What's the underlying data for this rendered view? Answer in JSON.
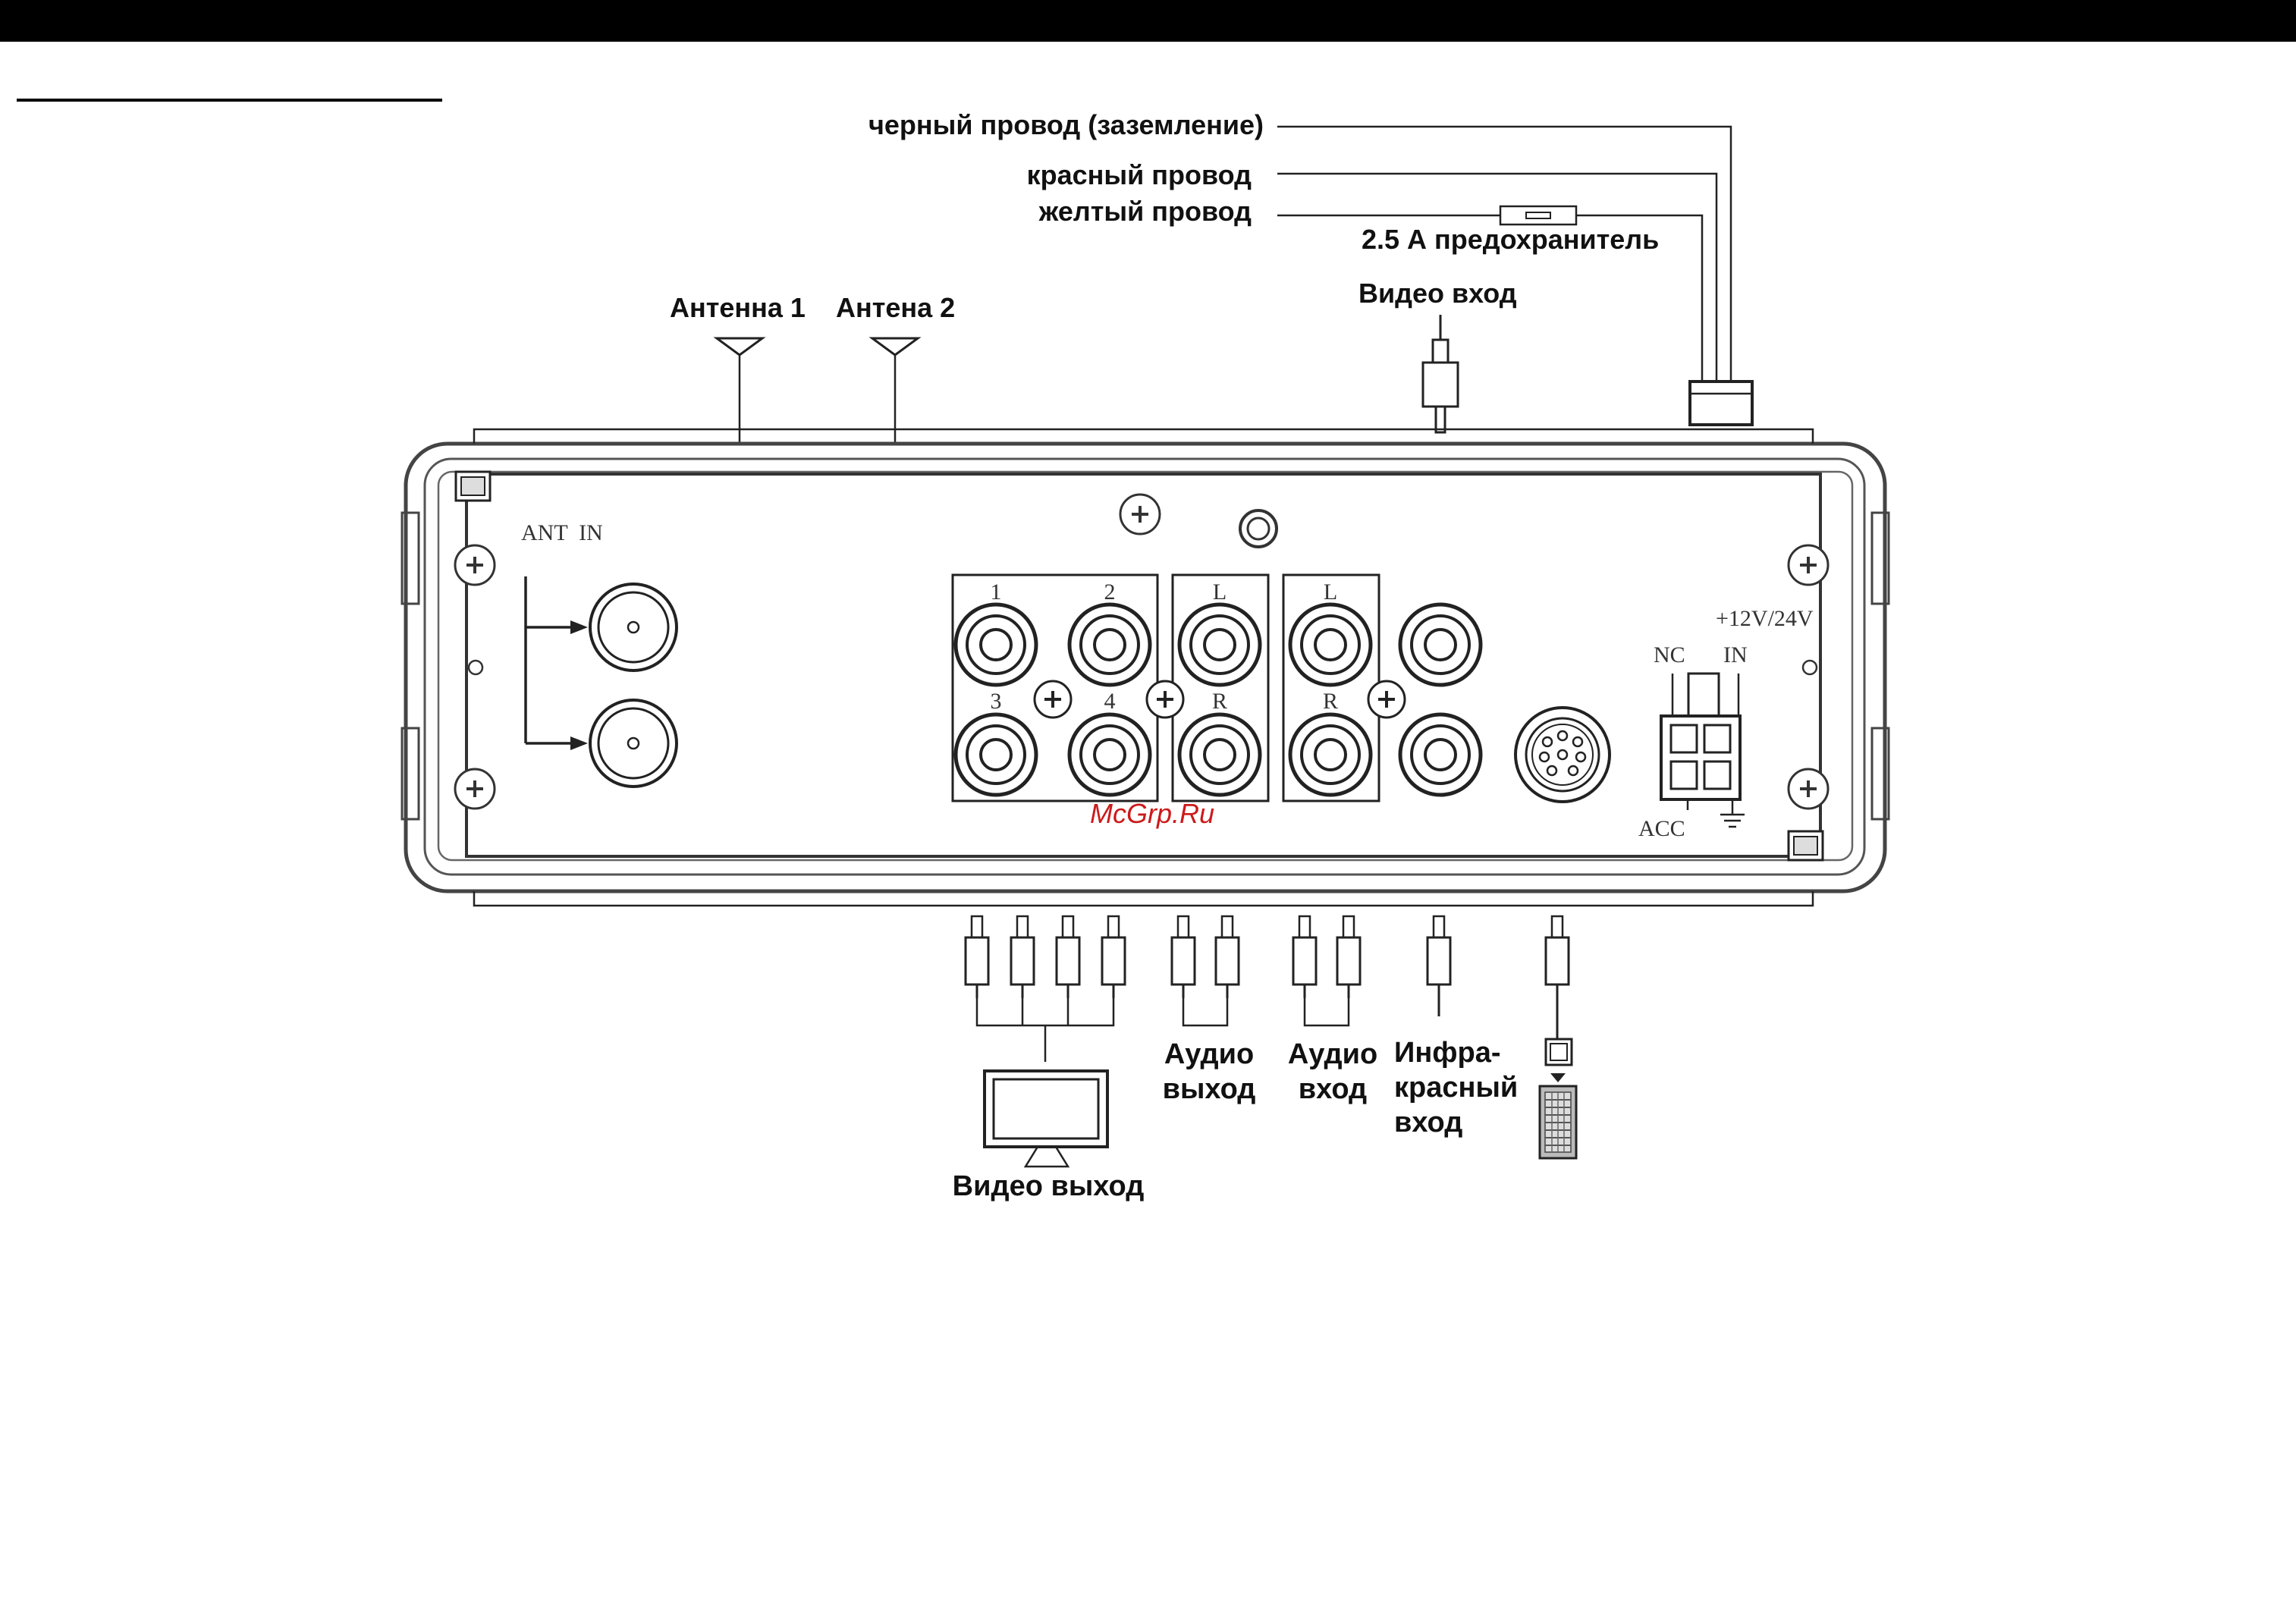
{
  "wires": {
    "black": "черный провод (заземление)",
    "red": "красный провод",
    "yellow": "желтый провод",
    "fuse": "2.5 А предохранитель"
  },
  "antenna": {
    "a1": "Антенна 1",
    "a2": "Антена 2"
  },
  "video_in": "Видео вход",
  "panel": {
    "ant_in": "ANT  IN",
    "jack_1": "1",
    "jack_2": "2",
    "jack_3": "3",
    "jack_4": "4",
    "l1": "L",
    "r1": "R",
    "l2": "L",
    "r2": "R",
    "power_label": "+12V/24V",
    "nc": "NC",
    "in": "IN",
    "acc": "ACC"
  },
  "watermark": "McGrp.Ru",
  "outputs": {
    "video_out": "Видео выход",
    "audio_out": [
      "Аудио",
      "выход"
    ],
    "audio_in": [
      "Аудио",
      "вход"
    ],
    "ir_in": [
      "Инфра-",
      "красный",
      "вход"
    ]
  }
}
